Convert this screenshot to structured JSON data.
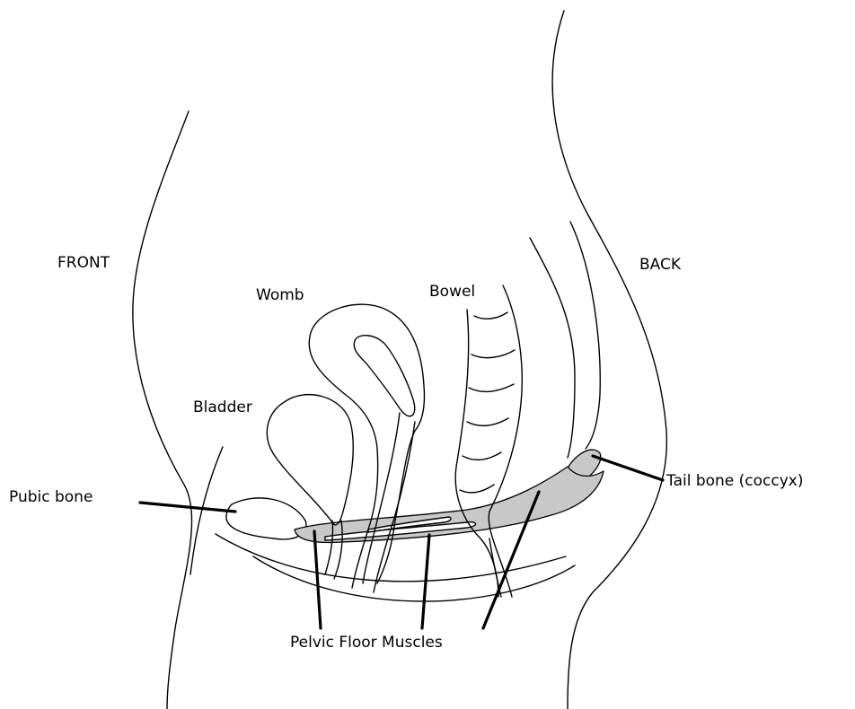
{
  "labels": {
    "front": "FRONT",
    "back": "BACK",
    "womb": "Womb",
    "bowel": "Bowel",
    "bladder": "Bladder",
    "pubic_bone": "Pubic bone",
    "tail_bone": "Tail bone (coccyx)",
    "pelvic_floor": "Pelvic Floor Muscles"
  },
  "colors": {
    "outline": "#000000",
    "muscle_fill": "#c8c8c8",
    "background": "#ffffff"
  }
}
